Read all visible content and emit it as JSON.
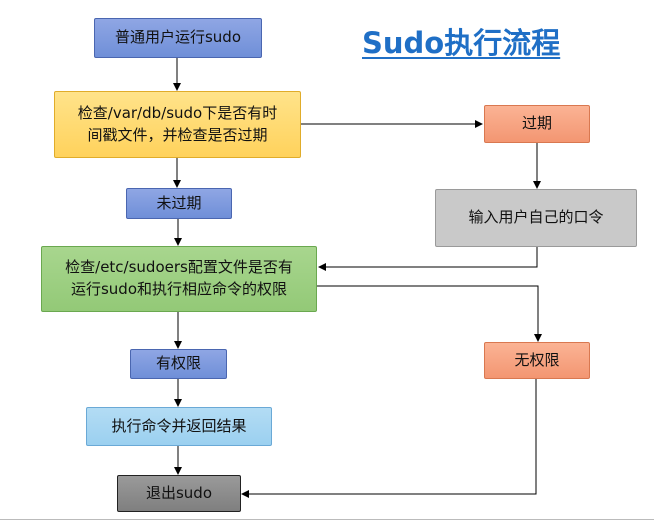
{
  "title": "Sudo执行流程",
  "nodes": {
    "start": "普通用户运行sudo",
    "check_timestamp_1": "检查/var/db/sudo下是否有时",
    "check_timestamp_2": "间戳文件，并检查是否过期",
    "expired": "过期",
    "not_expired": "未过期",
    "enter_password": "输入用户自己的口令",
    "check_sudoers_1": "检查/etc/sudoers配置文件是否有",
    "check_sudoers_2": "运行sudo和执行相应命令的权限",
    "has_permission": "有权限",
    "no_permission": "无权限",
    "execute": "执行命令并返回结果",
    "exit": "退出sudo"
  }
}
